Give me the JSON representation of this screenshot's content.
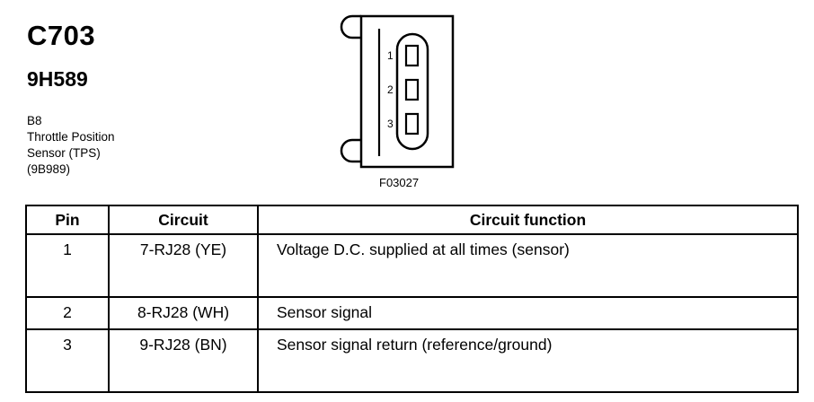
{
  "header": {
    "connector_id": "C703",
    "part_number": "9H589",
    "description_lines": [
      "B8",
      "Throttle Position",
      "Sensor (TPS)",
      "(9B989)"
    ]
  },
  "diagram": {
    "pin_labels": [
      "1",
      "2",
      "3"
    ],
    "figure_code": "F03027"
  },
  "table": {
    "headers": [
      "Pin",
      "Circuit",
      "Circuit function"
    ],
    "rows": [
      {
        "pin": "1",
        "circuit": "7-RJ28 (YE)",
        "function": "Voltage D.C. supplied at all times (sensor)"
      },
      {
        "pin": "2",
        "circuit": "8-RJ28 (WH)",
        "function": "Sensor signal"
      },
      {
        "pin": "3",
        "circuit": "9-RJ28 (BN)",
        "function": "Sensor signal return (reference/ground)"
      }
    ]
  }
}
